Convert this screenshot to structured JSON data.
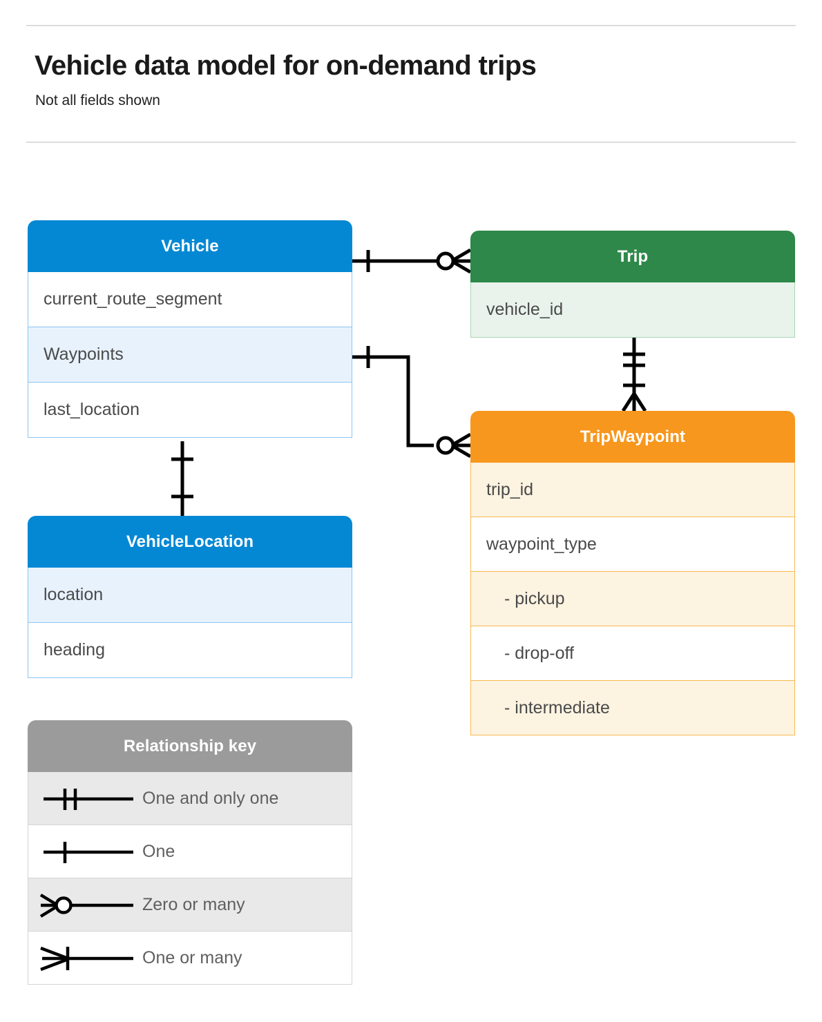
{
  "header": {
    "title": "Vehicle data model for on-demand trips",
    "subtitle": "Not all fields shown"
  },
  "entities": [
    {
      "id": "vehicle",
      "name": "Vehicle",
      "color": "#0588d4",
      "rows": [
        {
          "label": "current_route_segment"
        },
        {
          "label": "Waypoints"
        },
        {
          "label": "last_location"
        }
      ]
    },
    {
      "id": "vehiclelocation",
      "name": "VehicleLocation",
      "color": "#0588d4",
      "rows": [
        {
          "label": "location"
        },
        {
          "label": "heading"
        }
      ]
    },
    {
      "id": "trip",
      "name": "Trip",
      "color": "#2e8849",
      "rows": [
        {
          "label": "vehicle_id"
        }
      ]
    },
    {
      "id": "tripwaypoint",
      "name": "TripWaypoint",
      "color": "#f7971d",
      "rows": [
        {
          "label": "trip_id"
        },
        {
          "label": "waypoint_type"
        },
        {
          "label": "-  pickup"
        },
        {
          "label": "-  drop-off"
        },
        {
          "label": "-  intermediate"
        }
      ]
    }
  ],
  "legend": {
    "title": "Relationship key",
    "rows": [
      {
        "symbol": "one-and-only-one-symbol",
        "label": "One and only one"
      },
      {
        "symbol": "one-symbol",
        "label": "One"
      },
      {
        "symbol": "zero-or-many-symbol",
        "label": "Zero or many"
      },
      {
        "symbol": "one-or-many-symbol",
        "label": "One or many"
      }
    ]
  },
  "relationships": [
    {
      "id": "vehicle-to-trip",
      "from": "Vehicle",
      "to": "Trip",
      "from_cardinality": "One",
      "to_cardinality": "Zero or many"
    },
    {
      "id": "vehicle-waypoints-to-tripwaypoint",
      "from": "Vehicle.Waypoints",
      "to": "TripWaypoint",
      "from_cardinality": "One",
      "to_cardinality": "Zero or many"
    },
    {
      "id": "trip-to-tripwaypoint",
      "from": "Trip",
      "to": "TripWaypoint",
      "from_cardinality": "One and only one",
      "to_cardinality": "One or many"
    },
    {
      "id": "vehicle-to-vehiclelocation",
      "from": "Vehicle",
      "to": "VehicleLocation",
      "from_cardinality": "One",
      "to_cardinality": "One"
    }
  ],
  "colors": {
    "blue": "#0588d4",
    "green": "#2e8849",
    "orange": "#f7971d",
    "grey": "#9b9b9b",
    "line": "#000000"
  }
}
